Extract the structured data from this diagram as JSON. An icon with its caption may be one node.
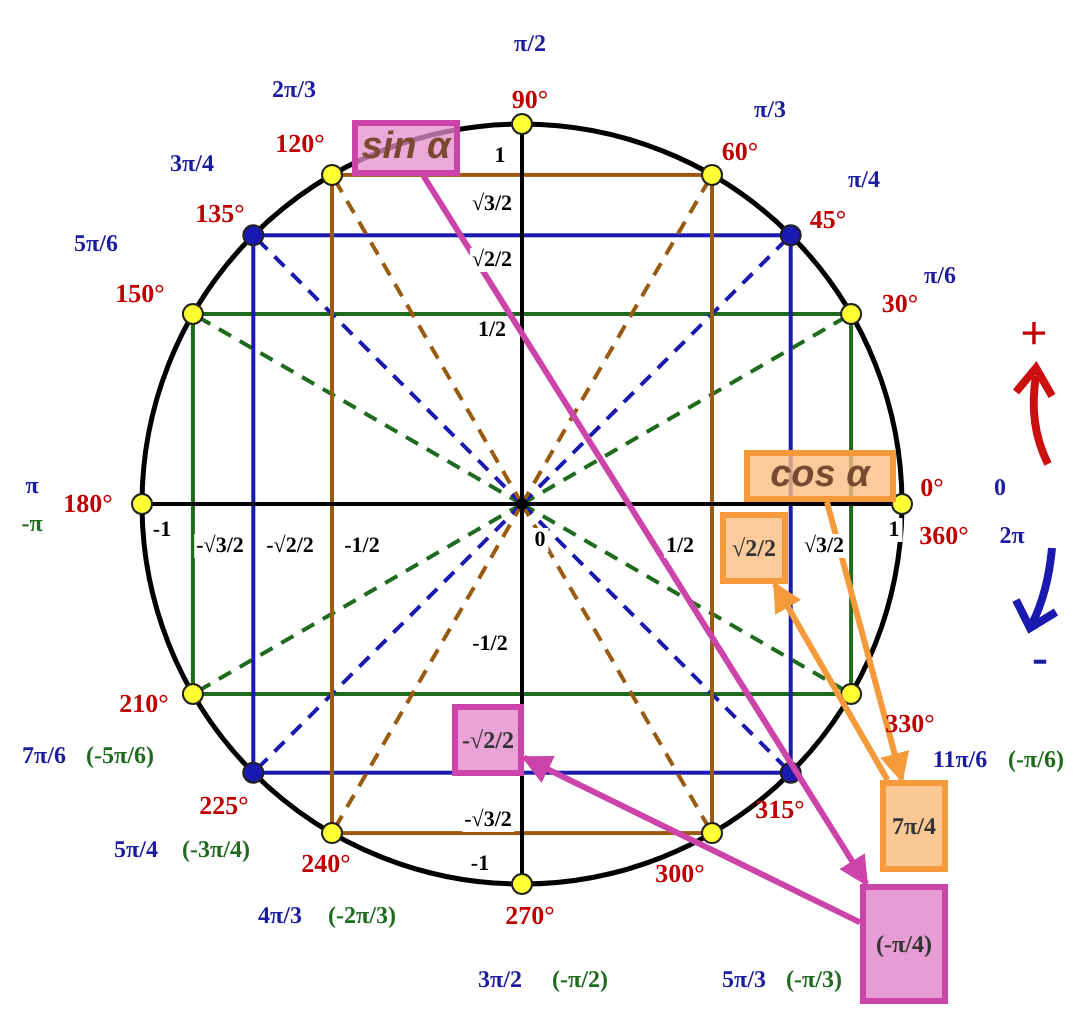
{
  "diagram": {
    "nodes": [
      {
        "text": [
          "sin α"
        ]
      },
      {
        "text": [
          "cos α"
        ]
      },
      {
        "text": [
          "√2/2"
        ]
      },
      {
        "text": [
          "-√2/2"
        ]
      },
      {
        "text": [
          "7π/4"
        ]
      },
      {
        "text": [
          "(-π/4)"
        ]
      }
    ],
    "edges": [
      {
        "from": 0,
        "to": 5,
        "arrow": "to",
        "color": "#cc44aa"
      },
      {
        "from": 5,
        "to": 3,
        "arrow": "to",
        "color": "#cc44aa"
      },
      {
        "from": 1,
        "to": 4,
        "arrow": "to",
        "color": "#f59a3a"
      },
      {
        "from": 4,
        "to": 2,
        "arrow": "to",
        "color": "#f59a3a"
      }
    ],
    "labels": [
      "π/2",
      "90°",
      "2π/3",
      "π/3",
      "120°",
      "1",
      "60°",
      "3π/4",
      "π/4",
      "√3/2",
      "135°",
      "45°",
      "5π/6",
      "√2/2",
      "π/6",
      "150°",
      "30°",
      "1/2",
      "+",
      "π",
      "0°",
      "0",
      "180°",
      "-π",
      "-1",
      "-√3/2",
      "-√2/2",
      "-1/2",
      "0",
      "1/2",
      "√3/2",
      "1",
      "360°",
      "2π",
      "-1/2",
      "-",
      "210°",
      "330°",
      "7π/6",
      "(-5π/6)",
      "11π/6",
      "(-π/6)",
      "225°",
      "-√3/2",
      "315°",
      "5π/4",
      "(-3π/4)",
      "240°",
      "-1",
      "300°",
      "4π/3",
      "(-2π/3)",
      "270°",
      "3π/2",
      "(-π/2)",
      "5π/3",
      "(-π/3)"
    ]
  }
}
